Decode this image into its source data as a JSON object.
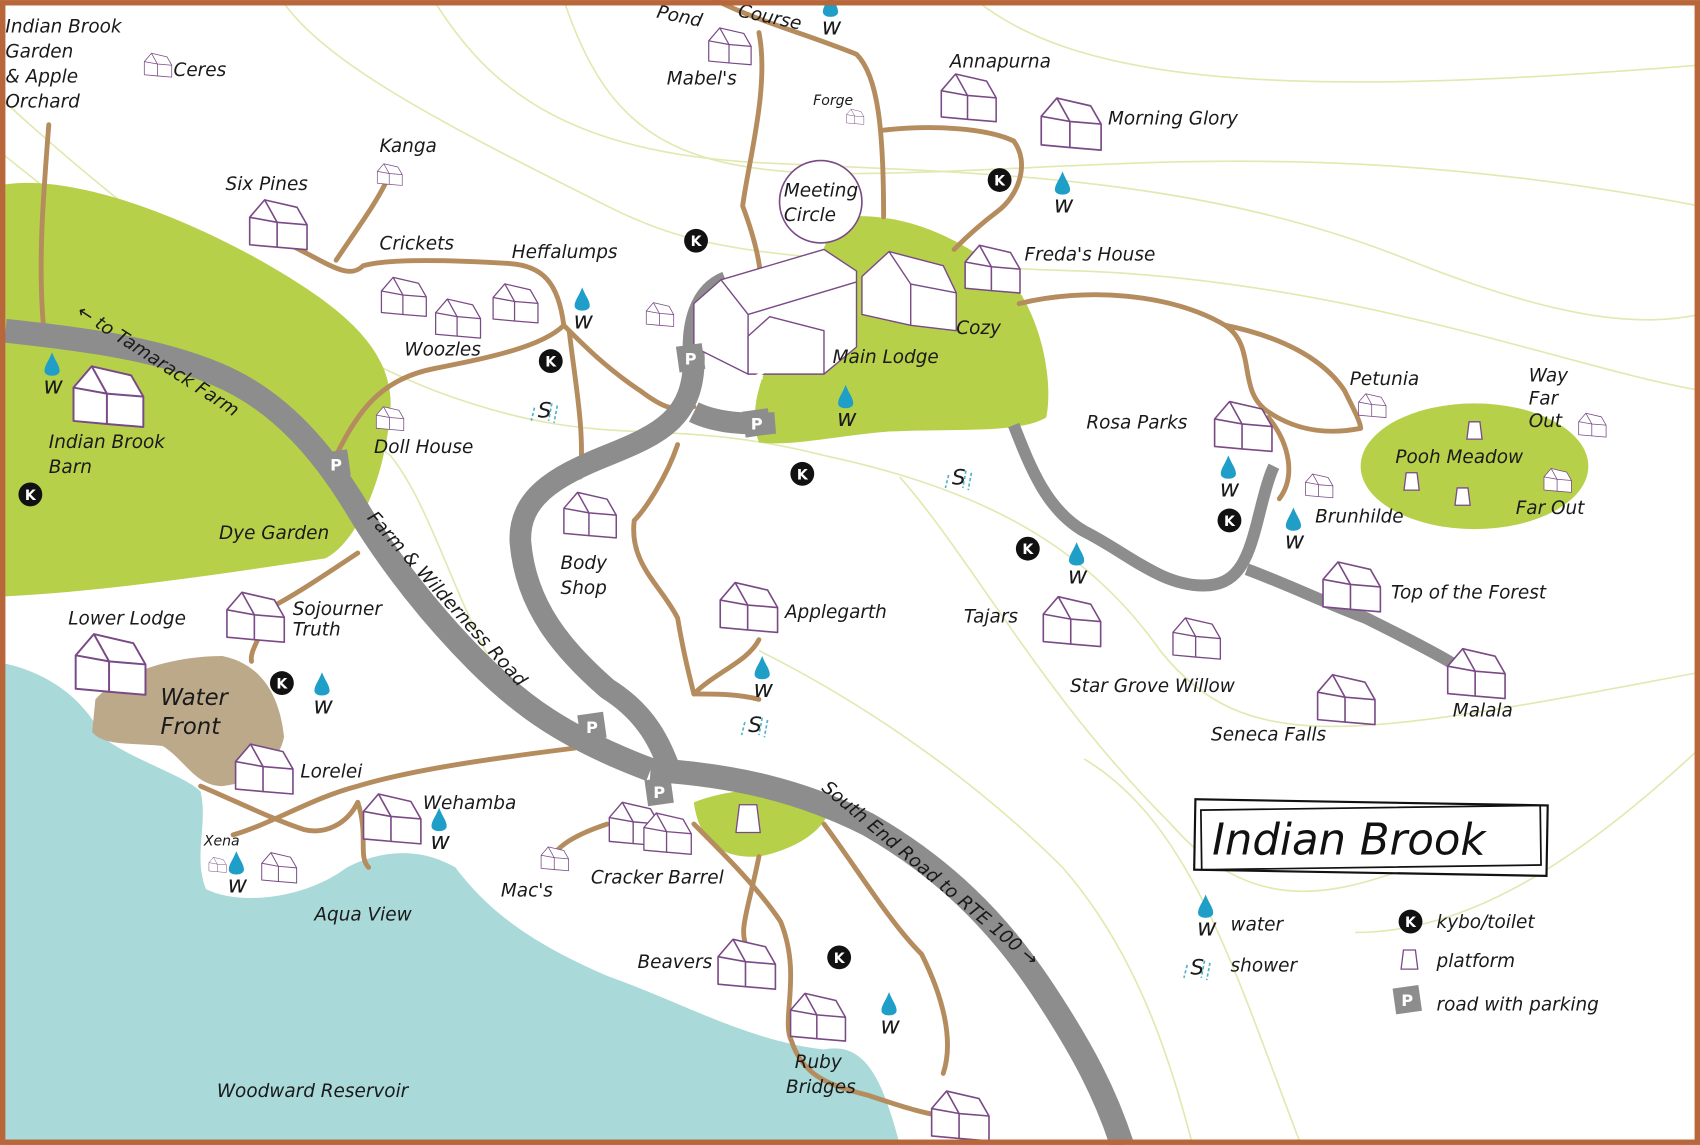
{
  "map_title": "Indian Brook",
  "places": {
    "garden": [
      "Indian Brook",
      "Garden",
      "& Apple",
      "Orchard"
    ],
    "ceres": "Ceres",
    "pond": "Pond",
    "course": "Course",
    "mabels": "Mabel's",
    "forge": "Forge",
    "annapurna": "Annapurna",
    "morning_glory": "Morning Glory",
    "kanga": "Kanga",
    "six_pines": "Six Pines",
    "meeting_circle": [
      "Meeting",
      "Circle"
    ],
    "crickets": "Crickets",
    "heffalumps": "Heffalumps",
    "fredas_house": "Freda's House",
    "cozy": "Cozy",
    "main_lodge": "Main Lodge",
    "woozles": "Woozles",
    "to_tamarack": "← to Tamarack Farm",
    "doll_house": "Doll House",
    "barn": [
      "Indian Brook",
      "Barn"
    ],
    "rosa_parks": "Rosa Parks",
    "petunia": "Petunia",
    "way_far_out": [
      "Way",
      "Far",
      "Out"
    ],
    "pooh_meadow": "Pooh Meadow",
    "far_out": "Far Out",
    "brunhilde": "Brunhilde",
    "body_shop": [
      "Body",
      "Shop"
    ],
    "farm_road": "Farm & Wilderness Road",
    "dye_garden": "Dye Garden",
    "top_forest": "Top of the Forest",
    "tajars": "Tajars",
    "applegarth": "Applegarth",
    "lower_lodge": "Lower Lodge",
    "sojourner": [
      "Sojourner",
      "Truth"
    ],
    "star_grove": "Star Grove Willow",
    "malala": "Malala",
    "water_front": [
      "Water",
      "Front"
    ],
    "seneca_falls": "Seneca Falls",
    "lorelei": "Lorelei",
    "wehamba": "Wehamba",
    "south_road": "South End Road to RTE 100 →",
    "xena": "Xena",
    "cracker_barrel": "Cracker Barrel",
    "macs": "Mac's",
    "aqua_view": "Aqua View",
    "beavers": "Beavers",
    "ruby_bridges": [
      "Ruby",
      "Bridges"
    ],
    "reservoir": "Woodward Reservoir"
  },
  "glyphs": {
    "parking": "P",
    "kybo": "K",
    "water": "w",
    "shower": "S"
  },
  "legend": {
    "water": "water",
    "shower": "shower",
    "kybo": "kybo/toilet",
    "platform": "platform",
    "parking": "road with parking"
  },
  "colors": {
    "border": "#b8673a",
    "meadow": "#b6d04a",
    "lake": "#a9d9d8",
    "waterfront": "#bba98a",
    "road": "#8d8d8d",
    "trail": "#b48c5e",
    "contour": "#e2e8b0",
    "water_drop": "#1f9fc8"
  }
}
